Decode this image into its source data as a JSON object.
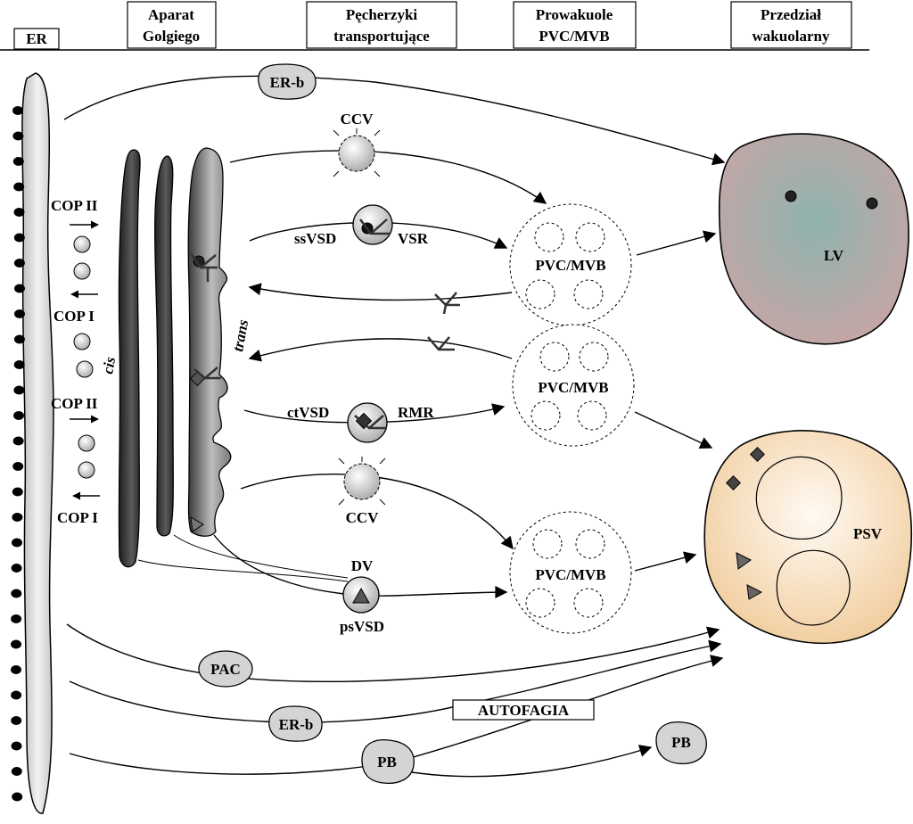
{
  "headers": {
    "er": "ER",
    "golgi": [
      "Aparat",
      "Golgiego"
    ],
    "vesicles": [
      "Pęcherzyki",
      "transportujące"
    ],
    "prevacuoles": [
      "Prowakuole",
      "PVC/MVB"
    ],
    "vacuolar": [
      "Przedział",
      "wakuolarny"
    ]
  },
  "er_side": {
    "copii_top": "COP II",
    "copi_top": "COP I",
    "copii_bottom": "COP II",
    "copi_bottom": "COP I",
    "cis": "cis",
    "trans": "trans"
  },
  "vesicles": {
    "erb_top": "ER-b",
    "ccv_top": "CCV",
    "ssvsd": "ssVSD",
    "vsr": "VSR",
    "ctvsd": "ctVSD",
    "rmr": "RMR",
    "ccv_bottom": "CCV",
    "dv": "DV",
    "psvsd": "psVSD",
    "pac": "PAC",
    "erb_bottom": "ER-b",
    "pb_left": "PB",
    "pb_right": "PB",
    "autophagy": "AUTOFAGIA"
  },
  "prevacuoles": {
    "pvc1": "PVC/MVB",
    "pvc2": "PVC/MVB",
    "pvc3": "PVC/MVB"
  },
  "vacuoles": {
    "lv": "LV",
    "psv": "PSV"
  },
  "colors": {
    "lv_fill": "#c4a6a6",
    "lv_center": "#8fb3ad",
    "psv_fill": "#f5d6b0",
    "psv_center": "#fffaf3",
    "vesicle_fill": "#d9d9d9",
    "er_fill": "#e3e3e3",
    "golgi_dark": "#3c3c3c"
  }
}
